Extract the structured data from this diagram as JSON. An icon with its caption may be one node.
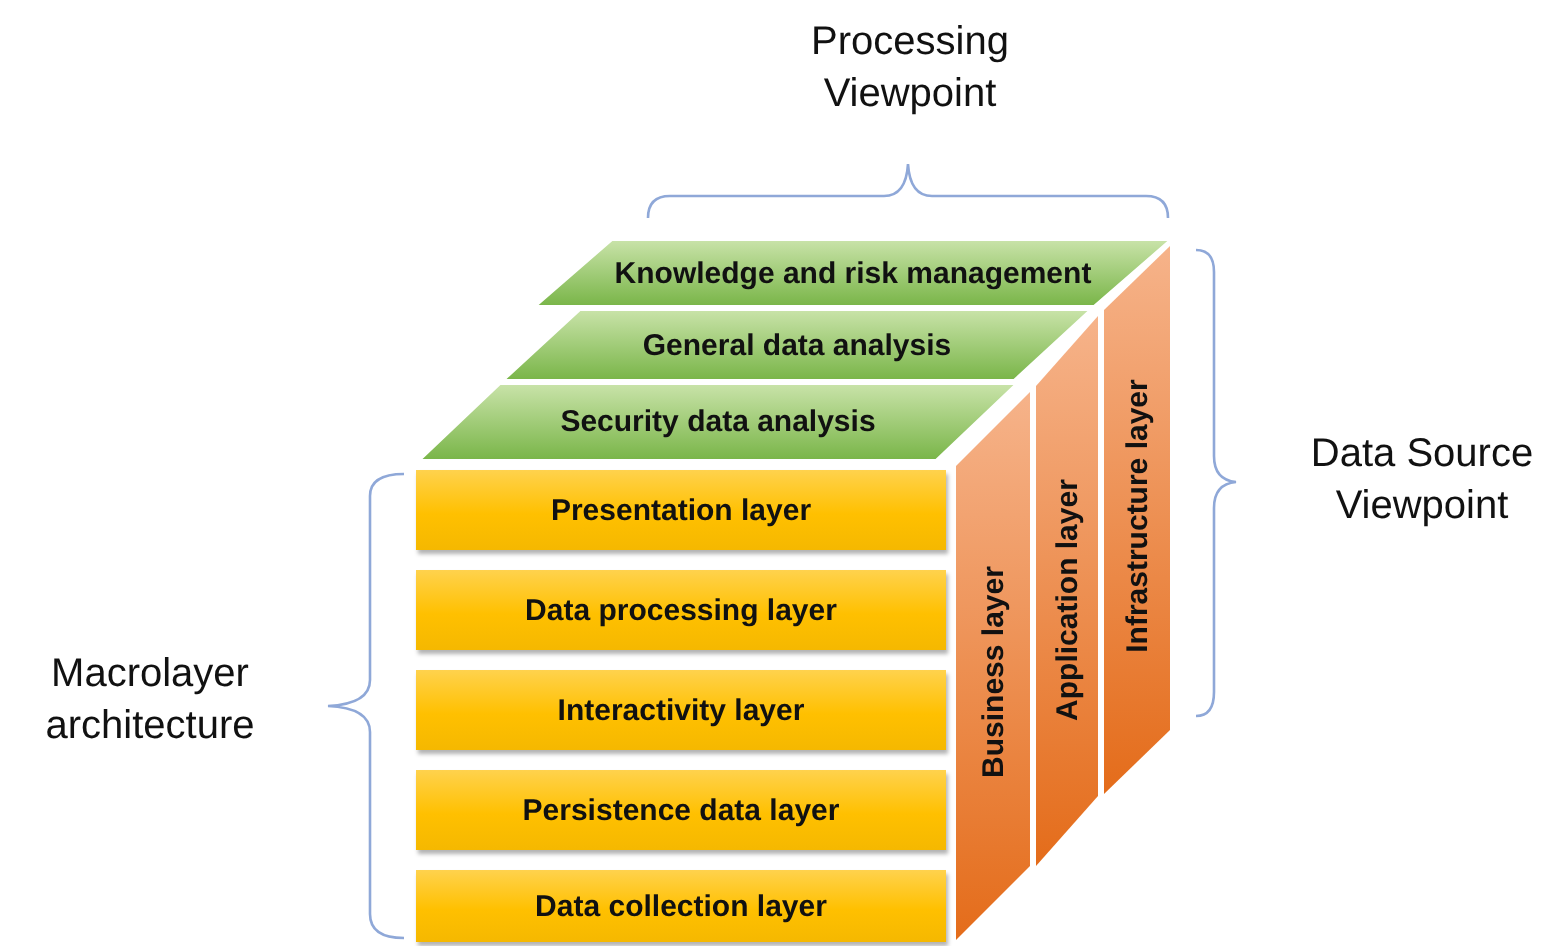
{
  "diagram": {
    "nodes": [
      {
        "text": [
          "Knowledge and risk management"
        ]
      },
      {
        "text": [
          "General data analysis"
        ]
      },
      {
        "text": [
          "Security data analysis"
        ]
      },
      {
        "text": [
          "Presentation layer"
        ]
      },
      {
        "text": [
          "Data processing layer"
        ]
      },
      {
        "text": [
          "Interactivity layer"
        ]
      },
      {
        "text": [
          "Persistence data layer"
        ]
      },
      {
        "text": [
          "Data collection layer"
        ]
      },
      {
        "text": [
          "Business layer"
        ]
      },
      {
        "text": [
          "Application layer"
        ]
      },
      {
        "text": [
          "Infrastructure layer"
        ]
      }
    ],
    "labels": [
      "Processing Viewpoint",
      "Data Source Viewpoint",
      "Macrolayer architecture"
    ]
  }
}
